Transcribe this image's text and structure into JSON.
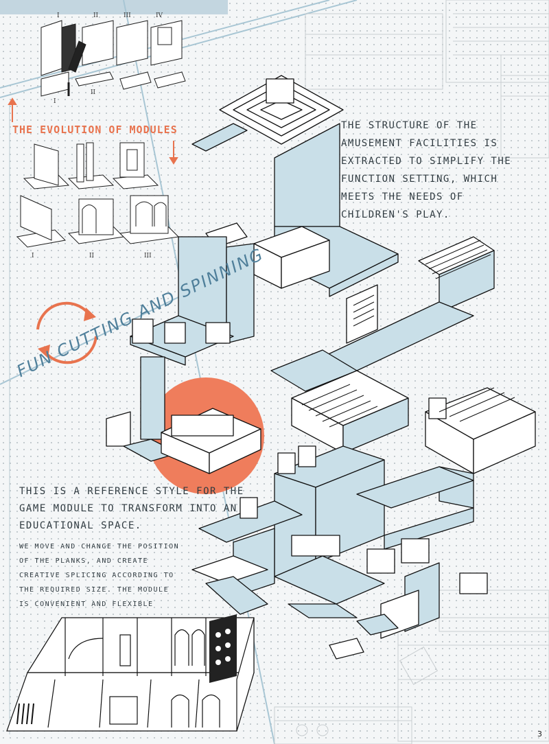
{
  "heading": "THE EVOLUTION OF MODULES",
  "rotated_title": "FUN CUTTING AND SPINNING",
  "description_right": "THE STRUCTURE OF THE AMUSEMENT FACILITIES IS EXTRACTED TO SIMPLIFY THE FUNCTION SETTING, WHICH MEETS THE NEEDS OF CHILDREN'S PLAY.",
  "description_left": "THIS IS A REFERENCE STYLE FOR THE GAME MODULE TO TRANSFORM INTO AN EDUCATIONAL SPACE.",
  "description_small": "WE MOVE AND CHANGE THE POSITION OF THE PLANKS, AND CREATE CREATIVE SPLICING ACCORDING TO THE REQUIRED SIZE. THE MODULE IS CONVENIENT AND FLEXIBLE",
  "roman_labels": {
    "top_row": [
      "I",
      "II",
      "III",
      "IV"
    ],
    "mid_row": [
      "I",
      "II"
    ],
    "bottom_row": [
      "I",
      "II",
      "III"
    ]
  },
  "page_number": "3",
  "colors": {
    "accent_orange": "#e8734e",
    "pale_blue": "#c9dfe8",
    "line_blue": "#a8c6d4",
    "ink": "#1c1c1c"
  }
}
